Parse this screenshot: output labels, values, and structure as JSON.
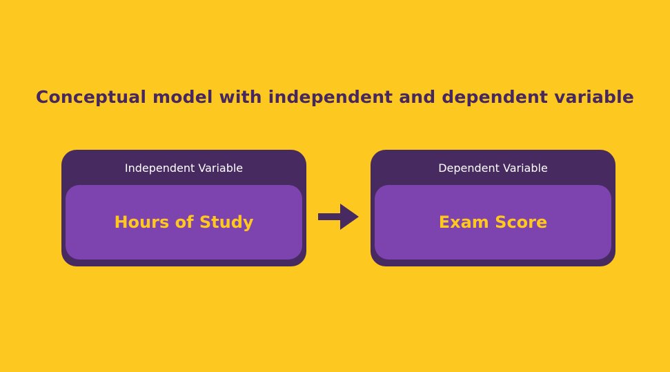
{
  "title": "Conceptual model with independent and dependent variable",
  "independent": {
    "label": "Independent Variable",
    "value": "Hours of Study"
  },
  "dependent": {
    "label": "Dependent Variable",
    "value": "Exam Score"
  },
  "colors": {
    "background": "#FDC81F",
    "dark_purple": "#472A60",
    "purple": "#7D43AE",
    "yellow_text": "#FFC81F"
  }
}
